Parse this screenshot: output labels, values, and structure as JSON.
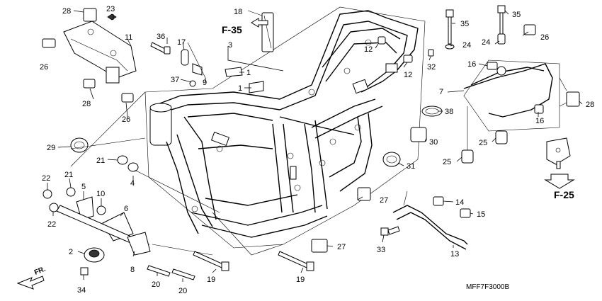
{
  "diagram": {
    "code": "MFF7F3000B",
    "refs": {
      "f35": "F-35",
      "f25": "F-25",
      "front": "FR."
    },
    "callouts": [
      {
        "id": "28a",
        "label": "28"
      },
      {
        "id": "23",
        "label": "23"
      },
      {
        "id": "11",
        "label": "11"
      },
      {
        "id": "26a",
        "label": "26"
      },
      {
        "id": "36",
        "label": "36"
      },
      {
        "id": "17",
        "label": "17"
      },
      {
        "id": "37",
        "label": "37"
      },
      {
        "id": "9",
        "label": "9"
      },
      {
        "id": "28b",
        "label": "28"
      },
      {
        "id": "26b",
        "label": "26"
      },
      {
        "id": "18",
        "label": "18"
      },
      {
        "id": "3",
        "label": "3"
      },
      {
        "id": "1a",
        "label": "1"
      },
      {
        "id": "1b",
        "label": "1"
      },
      {
        "id": "12a",
        "label": "12"
      },
      {
        "id": "12b",
        "label": "12"
      },
      {
        "id": "32",
        "label": "32"
      },
      {
        "id": "35a",
        "label": "35"
      },
      {
        "id": "24a",
        "label": "24"
      },
      {
        "id": "35b",
        "label": "35"
      },
      {
        "id": "24b",
        "label": "24"
      },
      {
        "id": "26c",
        "label": "26"
      },
      {
        "id": "16a",
        "label": "16"
      },
      {
        "id": "7",
        "label": "7"
      },
      {
        "id": "38",
        "label": "38"
      },
      {
        "id": "16b",
        "label": "16"
      },
      {
        "id": "28c",
        "label": "28"
      },
      {
        "id": "30",
        "label": "30"
      },
      {
        "id": "25a",
        "label": "25"
      },
      {
        "id": "25b",
        "label": "25"
      },
      {
        "id": "31",
        "label": "31"
      },
      {
        "id": "29",
        "label": "29"
      },
      {
        "id": "21a",
        "label": "21"
      },
      {
        "id": "4",
        "label": "4"
      },
      {
        "id": "22a",
        "label": "22"
      },
      {
        "id": "21b",
        "label": "21"
      },
      {
        "id": "5",
        "label": "5"
      },
      {
        "id": "10",
        "label": "10"
      },
      {
        "id": "6",
        "label": "6"
      },
      {
        "id": "22b",
        "label": "22"
      },
      {
        "id": "2",
        "label": "2"
      },
      {
        "id": "8",
        "label": "8"
      },
      {
        "id": "34",
        "label": "34"
      },
      {
        "id": "20a",
        "label": "20"
      },
      {
        "id": "20b",
        "label": "20"
      },
      {
        "id": "19a",
        "label": "19"
      },
      {
        "id": "19b",
        "label": "19"
      },
      {
        "id": "27a",
        "label": "27"
      },
      {
        "id": "27b",
        "label": "27"
      },
      {
        "id": "14",
        "label": "14"
      },
      {
        "id": "15",
        "label": "15"
      },
      {
        "id": "33",
        "label": "33"
      },
      {
        "id": "13",
        "label": "13"
      }
    ]
  }
}
